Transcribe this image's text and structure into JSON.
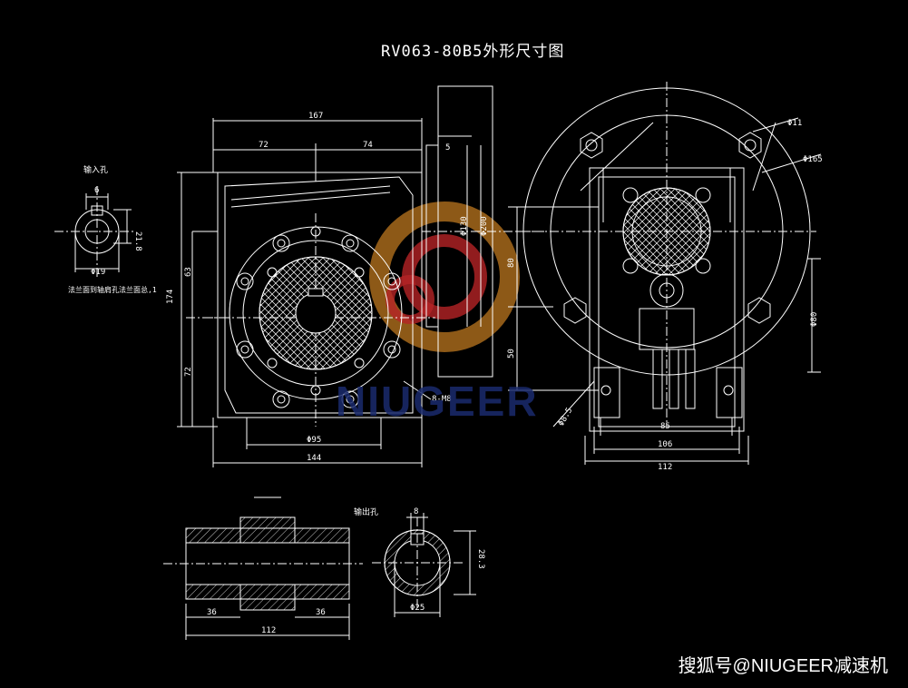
{
  "title": "RV063-80B5外形尺寸图",
  "watermark": "NIUGEER",
  "footer": "搜狐号@NIUGEER减速机",
  "input_hole": {
    "heading": "输入孔",
    "key_width": "6",
    "depth": "21.8",
    "diameter": "Φ19",
    "note": "法兰面到轴肩孔法兰面总,1"
  },
  "front_view": {
    "overall_width": "167",
    "left_half": "72",
    "right_half": "74",
    "height": "174",
    "upper": "63",
    "lower": "72",
    "bolt_spec": "8-M8",
    "bore": "Φ95",
    "base": "144"
  },
  "side_view": {
    "flange_offset": "5",
    "spigot": "Φ130",
    "flange_dia": "Φ200"
  },
  "right_view": {
    "bolt_hole": "Φ11",
    "pcd": "Φ165",
    "center_height": "80",
    "lower_height": "50",
    "foot_hole": "Φ8.5",
    "shaft_dia": "Φ80",
    "foot_inner": "85",
    "foot_mid": "106",
    "foot_outer": "112"
  },
  "shaft_section": {
    "left_len": "36",
    "right_len": "36",
    "total": "112"
  },
  "output_hole": {
    "heading": "输出孔",
    "key_width": "8",
    "depth": "28.3",
    "diameter": "Φ25"
  },
  "colors": {
    "line": "#ffffff",
    "background": "#000000",
    "watermark_gear_outer": "#b8741f",
    "watermark_gear_inner": "#c9282a",
    "watermark_text": "#1b2b6e"
  }
}
